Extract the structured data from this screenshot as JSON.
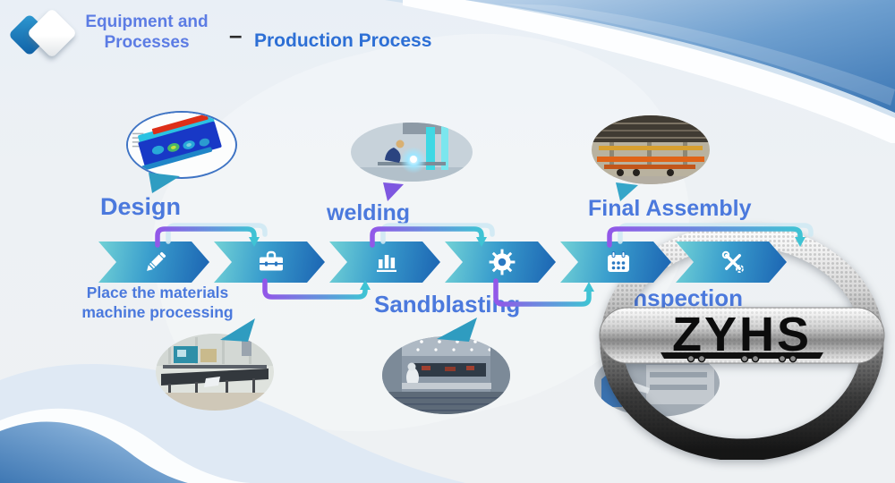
{
  "slide": {
    "header": {
      "category_line1": "Equipment and",
      "category_line2": "Processes",
      "separator": "–",
      "title": "Production Process"
    },
    "steps": {
      "design": "Design",
      "materials_line1": "Place the materials",
      "materials_line2": "machine processing",
      "welding": "welding",
      "sandblasting": "Sandblasting",
      "final_assembly": "Final Assembly",
      "inspection": "Inspection"
    },
    "flow_icons": [
      "pencil-icon",
      "toolbox-icon",
      "bar-chart-icon",
      "gear-icon",
      "calendar-icon",
      "tools-icon"
    ],
    "thumbnails": {
      "design": "fea-simulation-render",
      "welding": "welding-workshop-photo",
      "final_assembly": "assembly-hall-photo",
      "machining": "machining-workshop-photo",
      "sandblasting": "sandblasting-room-photo",
      "inspection": "inspection-photo"
    },
    "watermark_text": "ZYHS",
    "colors": {
      "label_blue": "#4b79dd",
      "title_blue": "#2d6fd5",
      "category_blue": "#5c7ce4",
      "chevron_teal": "#72d2d6",
      "chevron_blue": "#1b63b2",
      "connector_purple": "#9257e8",
      "connector_teal": "#3fc3d4"
    }
  }
}
